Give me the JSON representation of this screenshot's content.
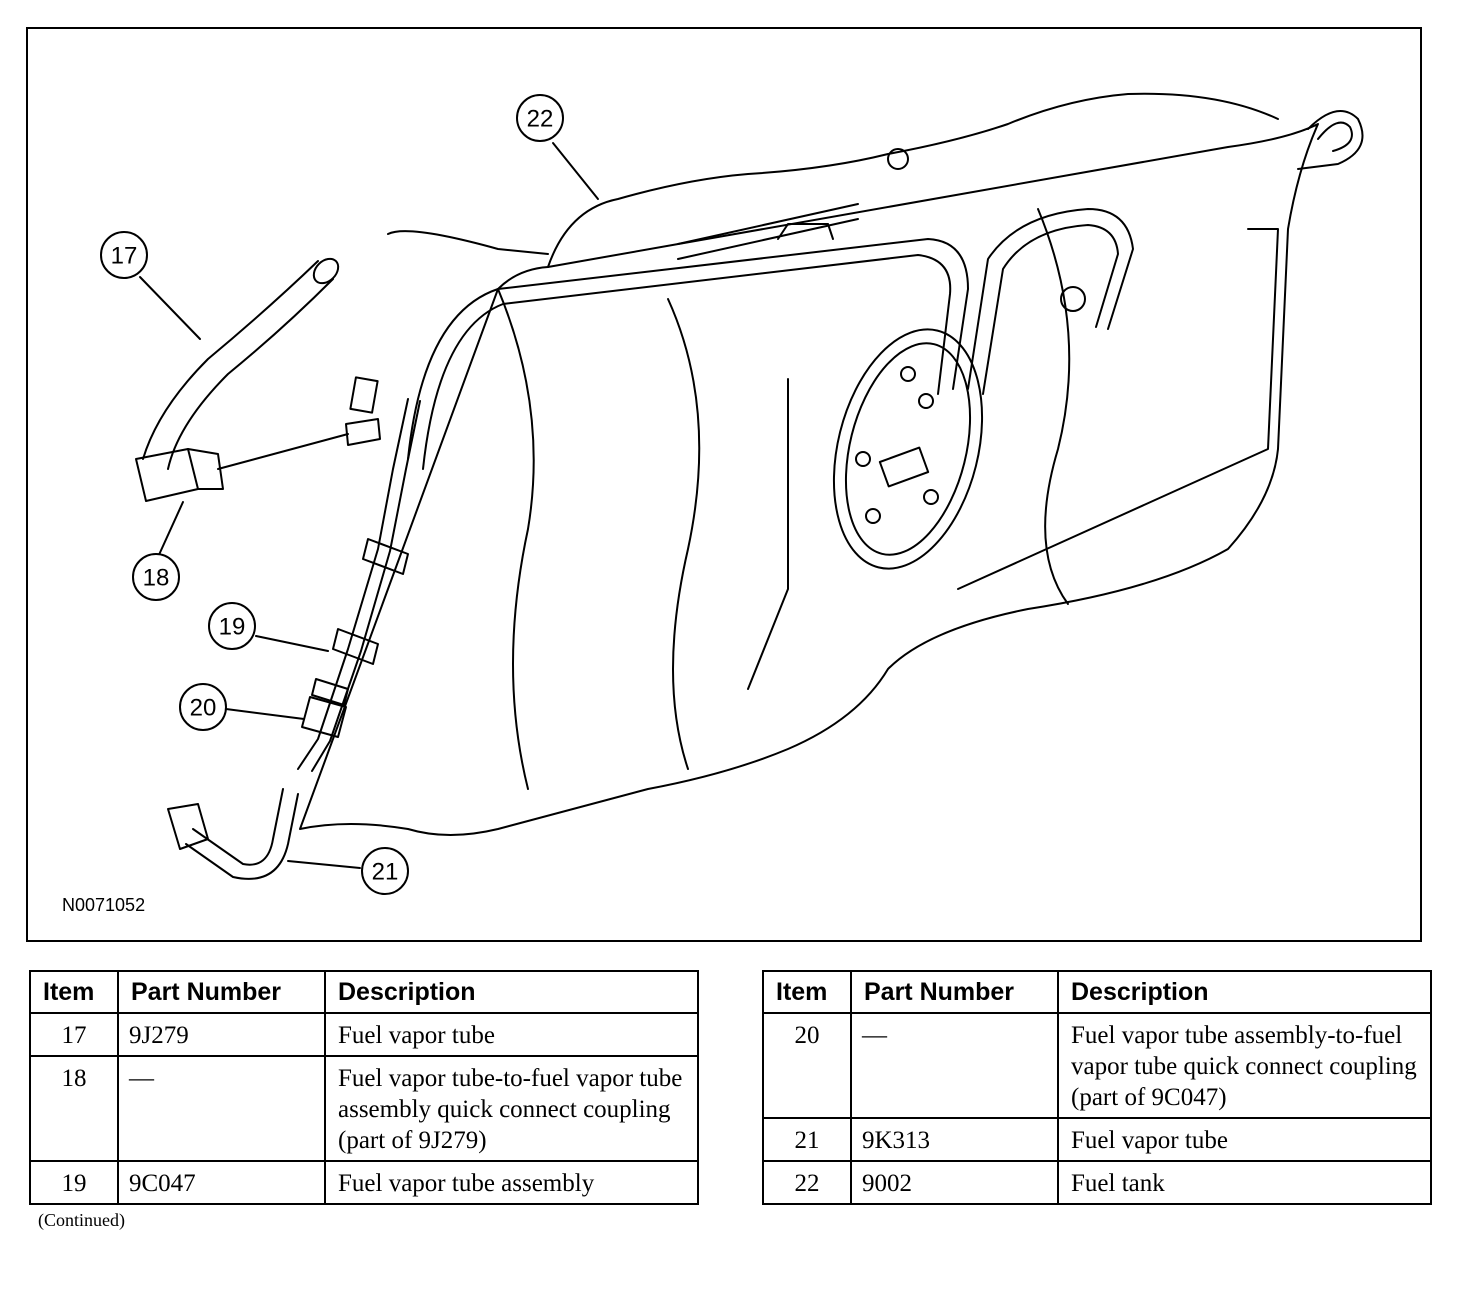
{
  "figure": {
    "id": "N0071052",
    "callouts": [
      "17",
      "18",
      "19",
      "20",
      "21",
      "22"
    ]
  },
  "table_left": {
    "headers": [
      "Item",
      "Part Number",
      "Description"
    ],
    "rows": [
      {
        "item": "17",
        "part": "9J279",
        "desc": "Fuel vapor tube"
      },
      {
        "item": "18",
        "part": "—",
        "desc": "Fuel vapor tube-to-fuel vapor tube assembly quick connect coupling (part of 9J279)"
      },
      {
        "item": "19",
        "part": "9C047",
        "desc": "Fuel vapor tube assembly"
      }
    ],
    "continued": "(Continued)"
  },
  "table_right": {
    "headers": [
      "Item",
      "Part Number",
      "Description"
    ],
    "rows": [
      {
        "item": "20",
        "part": "—",
        "desc": "Fuel vapor tube assembly-to-fuel vapor tube quick connect coupling (part of 9C047)"
      },
      {
        "item": "21",
        "part": "9K313",
        "desc": "Fuel vapor tube"
      },
      {
        "item": "22",
        "part": "9002",
        "desc": "Fuel tank"
      }
    ]
  }
}
